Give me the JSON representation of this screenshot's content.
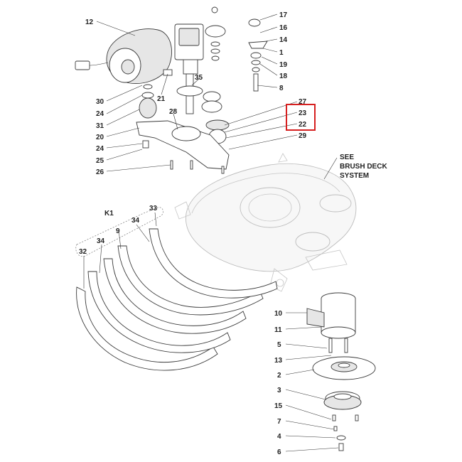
{
  "diagram": {
    "highlight_color": "#d62020",
    "note_lines": [
      "SEE",
      "BRUSH DECK",
      "SYSTEM"
    ],
    "highlighted_callouts": [
      "23",
      "22"
    ],
    "callouts": [
      {
        "id": "c12",
        "label": "12"
      },
      {
        "id": "c17",
        "label": "17"
      },
      {
        "id": "c16",
        "label": "16"
      },
      {
        "id": "c14",
        "label": "14"
      },
      {
        "id": "c1",
        "label": "1"
      },
      {
        "id": "c19",
        "label": "19"
      },
      {
        "id": "c18",
        "label": "18"
      },
      {
        "id": "c8",
        "label": "8"
      },
      {
        "id": "c35",
        "label": "35"
      },
      {
        "id": "c21",
        "label": "21"
      },
      {
        "id": "c30",
        "label": "30"
      },
      {
        "id": "c24a",
        "label": "24"
      },
      {
        "id": "c28",
        "label": "28"
      },
      {
        "id": "c31",
        "label": "31"
      },
      {
        "id": "c27",
        "label": "27"
      },
      {
        "id": "c23",
        "label": "23"
      },
      {
        "id": "c22",
        "label": "22"
      },
      {
        "id": "c29",
        "label": "29"
      },
      {
        "id": "c20",
        "label": "20"
      },
      {
        "id": "c24b",
        "label": "24"
      },
      {
        "id": "c25",
        "label": "25"
      },
      {
        "id": "c26",
        "label": "26"
      },
      {
        "id": "cK1",
        "label": "K1"
      },
      {
        "id": "c33",
        "label": "33"
      },
      {
        "id": "c34a",
        "label": "34"
      },
      {
        "id": "c9",
        "label": "9"
      },
      {
        "id": "c32",
        "label": "32"
      },
      {
        "id": "c34b",
        "label": "34"
      },
      {
        "id": "c10",
        "label": "10"
      },
      {
        "id": "c11",
        "label": "11"
      },
      {
        "id": "c5",
        "label": "5"
      },
      {
        "id": "c13",
        "label": "13"
      },
      {
        "id": "c2",
        "label": "2"
      },
      {
        "id": "c3",
        "label": "3"
      },
      {
        "id": "c15",
        "label": "15"
      },
      {
        "id": "c7",
        "label": "7"
      },
      {
        "id": "c4",
        "label": "4"
      },
      {
        "id": "c6",
        "label": "6"
      }
    ]
  }
}
